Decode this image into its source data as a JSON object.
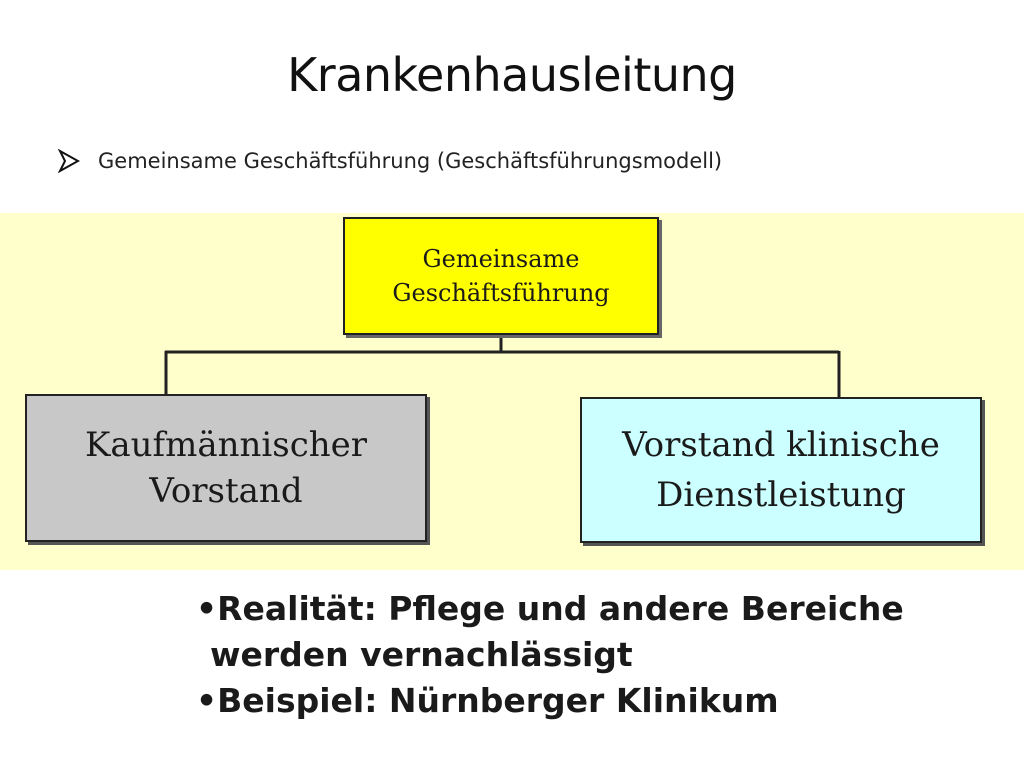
{
  "slide": {
    "title": "Krankenhausleitung",
    "bullet": "Gemeinsame Geschäftsführung (Geschäftsführungsmodell)"
  },
  "org_chart": {
    "top": {
      "line1": "Gemeinsame",
      "line2": "Geschäftsführung",
      "color": "#ffff00"
    },
    "left": {
      "line1": "Kaufmännischer",
      "line2": "Vorstand",
      "color": "#c8c8c8"
    },
    "right": {
      "line1": "Vorstand klinische",
      "line2": "Dienstleistung",
      "color": "#ccffff"
    },
    "background": "#ffffcc"
  },
  "notes": {
    "line1": "•Realität: Pflege und andere Bereiche",
    "line2": "werden vernachlässigt",
    "line3": "•Beispiel: Nürnberger Klinikum"
  }
}
